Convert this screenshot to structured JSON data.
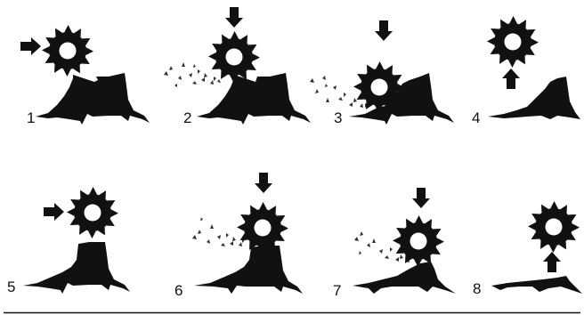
{
  "colors": {
    "ink": "#111111",
    "chip": "#333333",
    "background": "#ffffff"
  },
  "icons": {
    "cutter": "cutter-wheel-icon",
    "stump": "tree-stump-icon",
    "arrow": "direction-arrow-icon",
    "chips": "wood-chips-icon"
  },
  "steps": [
    {
      "label": "1",
      "arrow": "right",
      "stump": "full",
      "chips": false
    },
    {
      "label": "2",
      "arrow": "down",
      "stump": "full",
      "chips": true
    },
    {
      "label": "3",
      "arrow": "down",
      "stump": "cut",
      "chips": true
    },
    {
      "label": "4",
      "arrow": "up",
      "stump": "half",
      "chips": false
    },
    {
      "label": "5",
      "arrow": "right",
      "stump": "half",
      "chips": false
    },
    {
      "label": "6",
      "arrow": "down",
      "stump": "half",
      "chips": true
    },
    {
      "label": "7",
      "arrow": "down",
      "stump": "low",
      "chips": true
    },
    {
      "label": "8",
      "arrow": "up",
      "stump": "flat",
      "chips": false
    }
  ]
}
